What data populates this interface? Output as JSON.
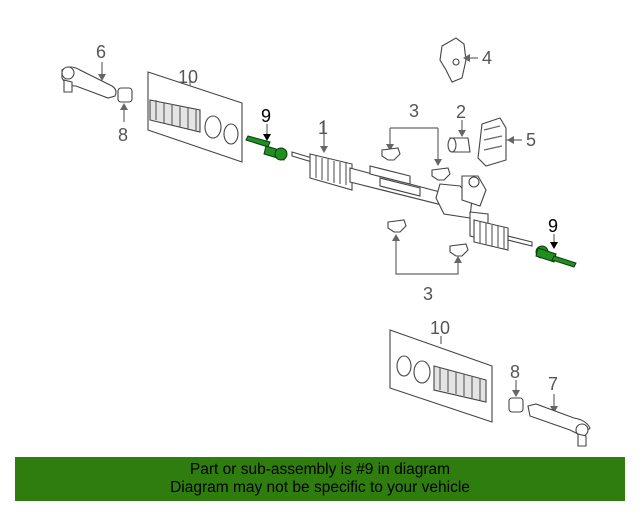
{
  "callouts": {
    "c1": "1",
    "c2": "2",
    "c3_top": "3",
    "c3_bottom": "3",
    "c4": "4",
    "c5": "5",
    "c6": "6",
    "c7": "7",
    "c8_left": "8",
    "c8_right": "8",
    "c9_left": "9",
    "c9_right": "9",
    "c10_top": "10",
    "c10_bottom": "10"
  },
  "highlight_part": "9",
  "colors": {
    "banner": "#2e7d0e",
    "highlight": "#1f8f1f",
    "line": "#666666"
  },
  "banner": {
    "line1": "Part or sub-assembly is #9 in diagram",
    "line2": "Diagram may not be specific to your vehicle"
  }
}
